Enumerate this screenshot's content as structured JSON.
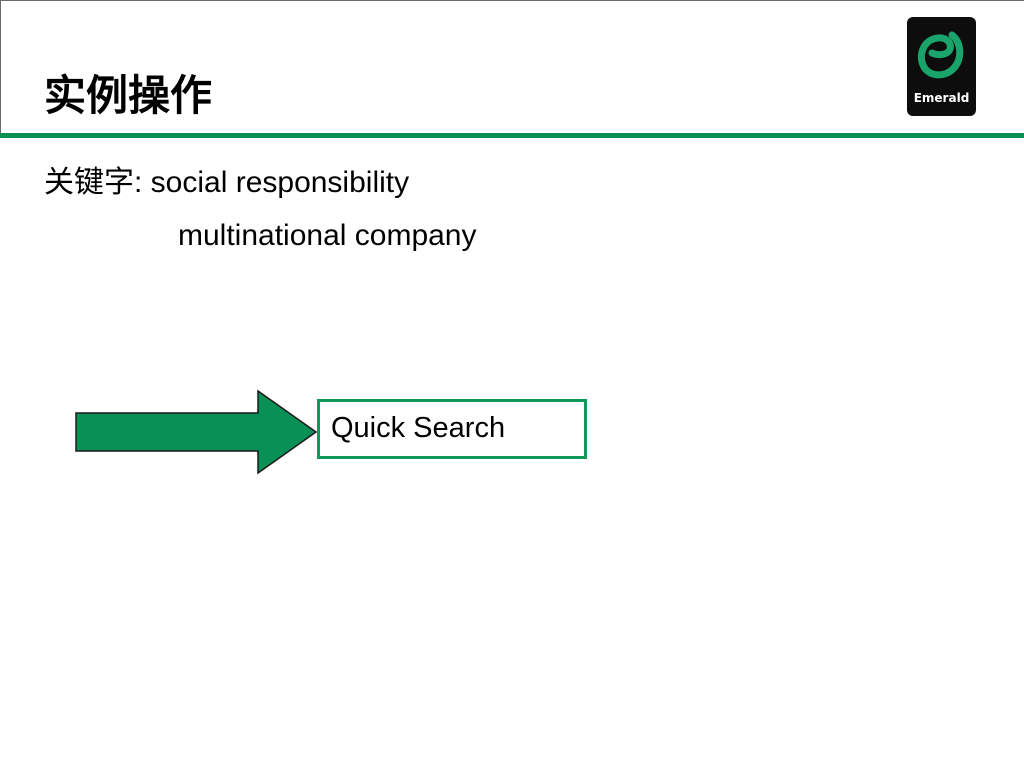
{
  "slide": {
    "title": "实例操作",
    "keyword_label": "关键字",
    "keyword_separator": ": ",
    "keywords": [
      "social responsibility",
      "multinational company"
    ]
  },
  "logo": {
    "icon": "emerald-logo-icon",
    "text": "Emerald"
  },
  "action": {
    "arrow_icon": "right-arrow-icon",
    "quick_search_label": "Quick Search"
  },
  "colors": {
    "accent_green": "#0a8f55",
    "arrow_fill": "#089057",
    "logo_background": "#0d0d0d",
    "text": "#000000",
    "background": "#ffffff"
  }
}
